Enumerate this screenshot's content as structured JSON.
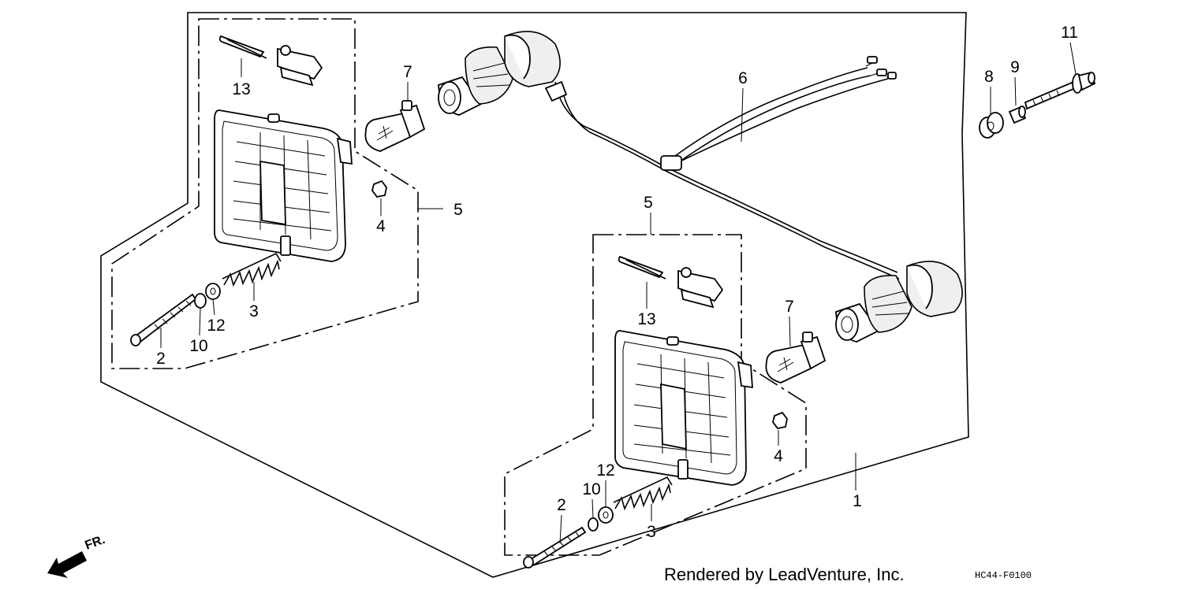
{
  "labels": {
    "p1": "1",
    "p2": "2",
    "p3": "3",
    "p4": "4",
    "p5": "5",
    "p6": "6",
    "p7": "7",
    "p8": "8",
    "p9": "9",
    "p10": "10",
    "p11": "11",
    "p12": "12",
    "p13": "13"
  },
  "footer": {
    "credit": "Rendered by LeadVenture, Inc.",
    "code": "HC44-F0100"
  },
  "direction": {
    "label": "FR.",
    "icon": "arrow-front-icon"
  }
}
